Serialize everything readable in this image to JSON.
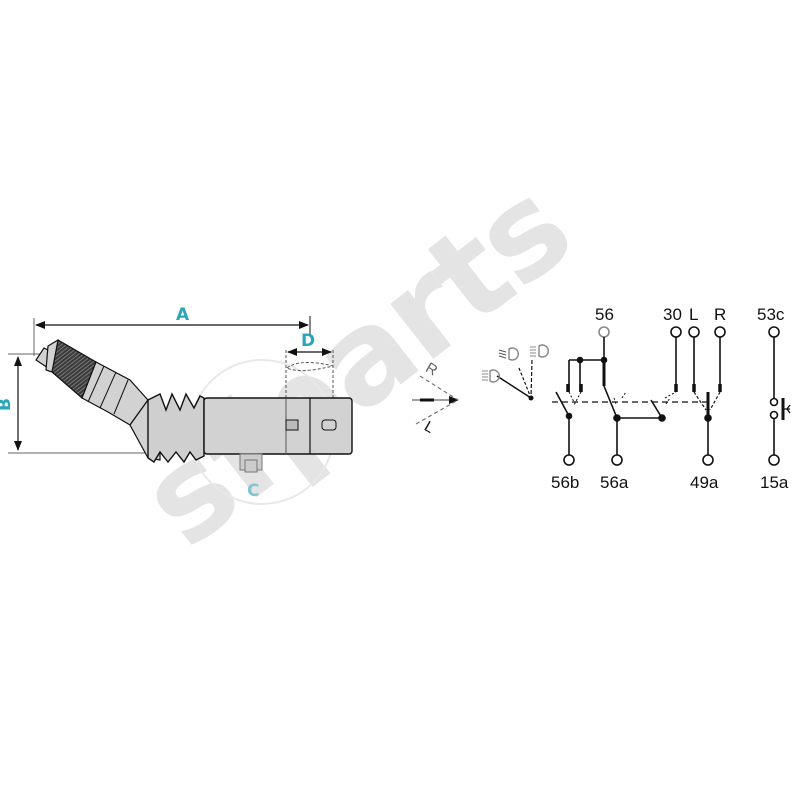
{
  "diagram": {
    "type": "steering column combination switch — dimensional drawing and wiring schematic",
    "watermark": {
      "text": "sfparts",
      "color": "#e4e4e4"
    },
    "colors": {
      "dimension_label": "#2aa6b8",
      "line": "#111111",
      "body_fill": "#d2d2d2",
      "grip_fill": "#3a3a3a",
      "background": "#ffffff"
    },
    "dimensions": {
      "A": "A",
      "B": "B",
      "C": "C",
      "D": "D"
    },
    "direction_indicator": {
      "right": "R",
      "left": "L"
    },
    "light_symbols": [
      "low-beam",
      "high-beam",
      "flash"
    ],
    "terminals": {
      "top": [
        "56",
        "30",
        "L",
        "R",
        "53c"
      ],
      "bottom": [
        "56b",
        "56a",
        "49a",
        "15a"
      ]
    }
  }
}
